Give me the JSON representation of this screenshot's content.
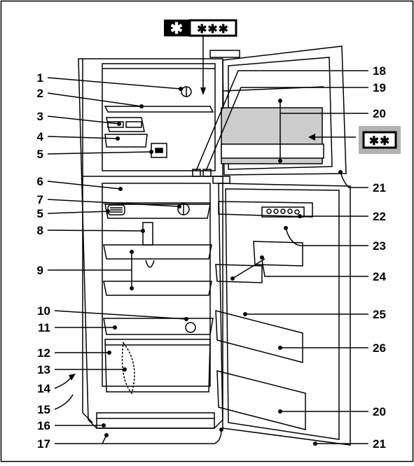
{
  "header": {
    "freezer_symbol_star": "✱",
    "freezer_symbol_rating": "✱✱✱"
  },
  "side_symbol": "✱✱",
  "callouts_left": [
    "1",
    "2",
    "3",
    "4",
    "5",
    "6",
    "7",
    "5",
    "8",
    "9",
    "10",
    "11",
    "12",
    "13",
    "14",
    "15",
    "16",
    "17"
  ],
  "callouts_right": [
    "18",
    "19",
    "20",
    "21",
    "22",
    "23",
    "24",
    "25",
    "26",
    "20",
    "21"
  ],
  "colors": {
    "line": "#000000",
    "highlight": "#cccccc",
    "side_box": "#b3b3b3",
    "background": "#ffffff"
  }
}
